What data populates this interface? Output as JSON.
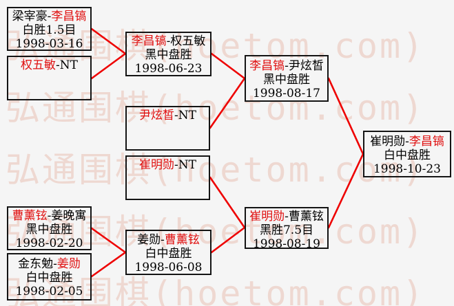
{
  "watermark": {
    "text": "弘通围棋(hoetom.com)"
  },
  "colors": {
    "background": "#f5f5f5",
    "box_border": "#141414",
    "text_black": "#000000",
    "winner_red": "#e01010",
    "line_red": "#ee0000",
    "watermark_pink": "#eed8d1"
  },
  "matches": [
    {
      "id": "round1-top-1",
      "line1_pre": "梁宰豪-",
      "line1_win": "李昌镐",
      "line1_post": "",
      "result": "白胜1.5目",
      "date": "1998-03-16"
    },
    {
      "id": "round1-top-2",
      "line1_pre": "",
      "line1_win": "权五敏",
      "line1_post": "-NT",
      "result": "",
      "date": ""
    },
    {
      "id": "round2-top",
      "line1_pre": "",
      "line1_win": "李昌镐",
      "line1_post": "-权五敏",
      "result": "黑中盘胜",
      "date": "1998-06-23"
    },
    {
      "id": "semifinal-top",
      "line1_pre": "",
      "line1_win": "李昌镐",
      "line1_post": "-尹炫皙",
      "result": "黑中盘胜",
      "date": "1998-08-17"
    },
    {
      "id": "round2-mid-1",
      "line1_pre": "",
      "line1_win": "尹炫皙",
      "line1_post": "-NT",
      "result": "",
      "date": ""
    },
    {
      "id": "round2-mid-2",
      "line1_pre": "",
      "line1_win": "崔明勋",
      "line1_post": "-NT",
      "result": "",
      "date": ""
    },
    {
      "id": "round1-bot-1",
      "line1_pre": "",
      "line1_win": "曹薰铉",
      "line1_post": "-姜晚寓",
      "result": "黑中盘胜",
      "date": "1998-02-20"
    },
    {
      "id": "round1-bot-2",
      "line1_pre": "金东勉-",
      "line1_win": "姜勋",
      "line1_post": "",
      "result": "白中盘胜",
      "date": "1998-02-05"
    },
    {
      "id": "round2-bot",
      "line1_pre": "姜勋-",
      "line1_win": "曹薰铉",
      "line1_post": "",
      "result": "白中盘胜",
      "date": "1998-06-08"
    },
    {
      "id": "semifinal-bot",
      "line1_pre": "",
      "line1_win": "崔明勋",
      "line1_post": "-曹薰铉",
      "result": "黑胜7.5目",
      "date": "1998-08-19"
    },
    {
      "id": "final",
      "line1_pre": "崔明勋-",
      "line1_win": "李昌镐",
      "line1_post": "",
      "result": "白中盘胜",
      "date": "1998-10-23"
    }
  ]
}
